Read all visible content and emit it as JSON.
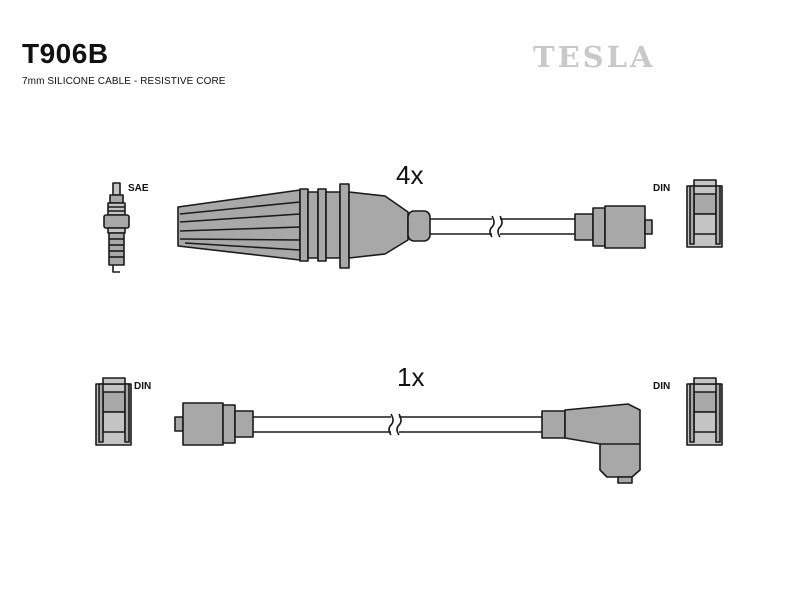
{
  "header": {
    "part_code": "T906B",
    "description": "7mm SILICONE CABLE - RESISTIVE CORE",
    "brand": "TESLA"
  },
  "row1": {
    "quantity": "4x",
    "left_label": "SAE",
    "right_label": "DIN"
  },
  "row2": {
    "quantity": "1x",
    "left_label": "DIN",
    "right_label": "DIN"
  },
  "colors": {
    "fill": "#a8a8a8",
    "fill_light": "#c4c4c4",
    "outline": "#1a1a1a",
    "brand": "#c9c9c9"
  }
}
